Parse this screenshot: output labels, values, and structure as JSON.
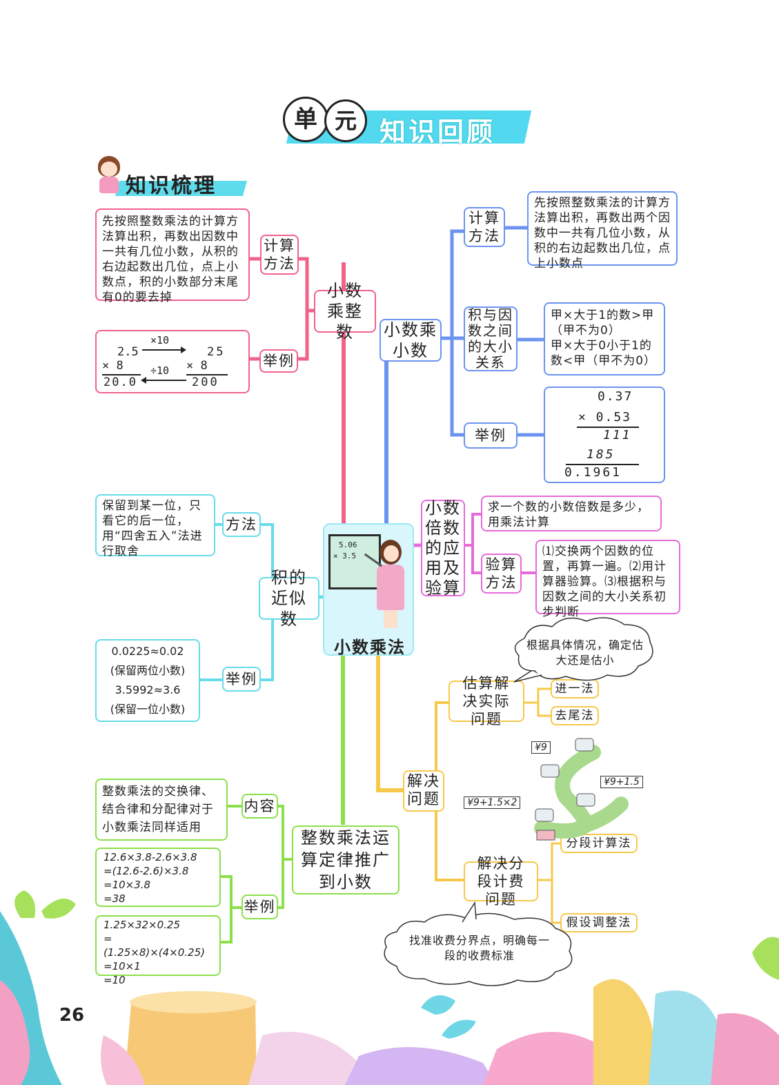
{
  "header": {
    "char1": "单",
    "char2": "元",
    "subtitle": "知识回顾"
  },
  "section_title": "知识梳理",
  "center": {
    "label": "小数乘法",
    "board_line1": "5.06",
    "board_line2": "×    3.5"
  },
  "int_branch": {
    "title": "小数乘整数",
    "method_label": "计算方法",
    "method_text": "先按照整数乘法的计算方法算出积，再数出因数中一共有几位小数，从积的右边起数出几位，点上小数点，积的小数部分末尾有0的要去掉",
    "example_label": "举例",
    "ex_a1": "2.5",
    "ex_a2": "×    8",
    "ex_a3": "20.0",
    "ex_b1": "25",
    "ex_b2": "×    8",
    "ex_b3": "200",
    "arrow_top": "×10",
    "arrow_bottom": "÷10"
  },
  "dec_branch": {
    "title": "小数乘小数",
    "method_label": "计算方法",
    "method_text": "先按照整数乘法的计算方法算出积，再数出两个因数中一共有几位小数，从积的右边起数出几位，点上小数点",
    "rel_label": "积与因数之间的大小关系",
    "rel_text1": "甲×大于1的数>甲（甲不为0）",
    "rel_text2": "甲×大于0小于1的数<甲（甲不为0）",
    "example_label": "举例",
    "ex1": "0.37",
    "ex2": "×  0.53",
    "ex3": "111",
    "ex4": "185",
    "ex5": "0.1961"
  },
  "multiple_branch": {
    "title": "小数倍数的应用及验算",
    "text1": "求一个数的小数倍数是多少，用乘法计算",
    "check_label": "验算方法",
    "check_text": "⑴交换两个因数的位置，再算一遍。⑵用计算器验算。⑶根据积与因数之间的大小关系初步判断"
  },
  "approx_branch": {
    "title": "积的近似数",
    "method_label": "方法",
    "method_text": "保留到某一位，只看它的后一位，用“四舍五入”法进行取舍",
    "example_label": "举例",
    "ex1": "0.0225≈0.02",
    "ex2": "(保留两位小数)",
    "ex3": "3.5992≈3.6",
    "ex4": "(保留一位小数)"
  },
  "law_branch": {
    "title": "整数乘法运算定律推广到小数",
    "content_label": "内容",
    "content_text": "整数乘法的交换律、结合律和分配律对于小数乘法同样适用",
    "example_label": "举例",
    "ex1_lines": [
      "12.6×3.8-2.6×3.8",
      "=(12.6-2.6)×3.8",
      "=10×3.8",
      "=38"
    ],
    "ex2_lines": [
      "1.25×32×0.25",
      "=(1.25×8)×(4×0.25)",
      "=10×1",
      "=10"
    ]
  },
  "solve_branch": {
    "title": "解决问题",
    "estimate_label": "估算解决实际问题",
    "estimate_cloud": "根据具体情况，确定估大还是估小",
    "up_method": "进一法",
    "down_method": "去尾法",
    "segment_label": "解决分段计费问题",
    "seg_method1": "分段计算法",
    "seg_method2": "假设调整法",
    "segment_cloud": "找准收费分界点，明确每一段的收费标准",
    "price1": "¥9",
    "price2": "¥9+1.5",
    "price3": "¥9+1.5×2"
  },
  "page_number": "26",
  "colors": {
    "pink": "#f0628a",
    "blue": "#6b93f0",
    "magenta": "#e66ad8",
    "cyan": "#67dbe8",
    "green": "#8be04a",
    "yellow": "#f7c84a"
  }
}
